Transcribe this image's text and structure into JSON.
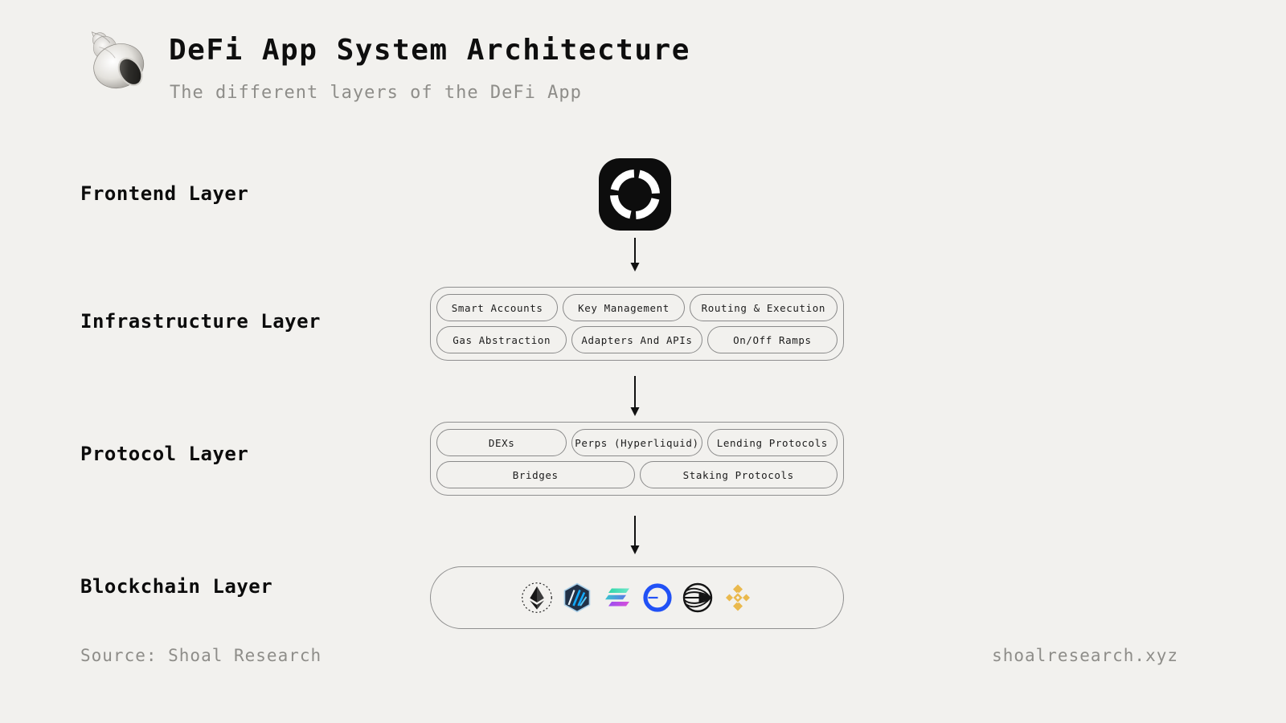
{
  "header": {
    "title": "DeFi App System Architecture",
    "subtitle": "The different layers of the DeFi App",
    "logo_icon": "shell-logo"
  },
  "layers": {
    "frontend": {
      "label": "Frontend Layer",
      "icon": "defi-app-logo"
    },
    "infrastructure": {
      "label": "Infrastructure Layer",
      "rows": [
        [
          "Smart Accounts",
          "Key Management",
          "Routing & Execution"
        ],
        [
          "Gas Abstraction",
          "Adapters And APIs",
          "On/Off Ramps"
        ]
      ]
    },
    "protocol": {
      "label": "Protocol Layer",
      "rows": [
        [
          "DEXs",
          "Perps (Hyperliquid)",
          "Lending Protocols"
        ],
        [
          "Bridges",
          "Staking Protocols"
        ]
      ]
    },
    "blockchain": {
      "label": "Blockchain Layer",
      "chain_icons": [
        "ethereum",
        "arbitrum",
        "solana",
        "base",
        "sonic",
        "bnb-chain"
      ]
    }
  },
  "footer": {
    "source": "Source: Shoal Research",
    "website": "shoalresearch.xyz"
  },
  "colors": {
    "background": "#f2f1ee",
    "text_dark": "#0e0e0e",
    "text_muted": "#8e8d89",
    "border_gray": "#8f8f8f",
    "app_icon_black": "#0d0d0d",
    "arbitrum_navy": "#213147",
    "arbitrum_blue": "#12aaff",
    "base_blue": "#2151f6",
    "bnb_gold": "#eab94d",
    "solana_teal": "#32d9a4",
    "solana_purple": "#9a4df0"
  }
}
